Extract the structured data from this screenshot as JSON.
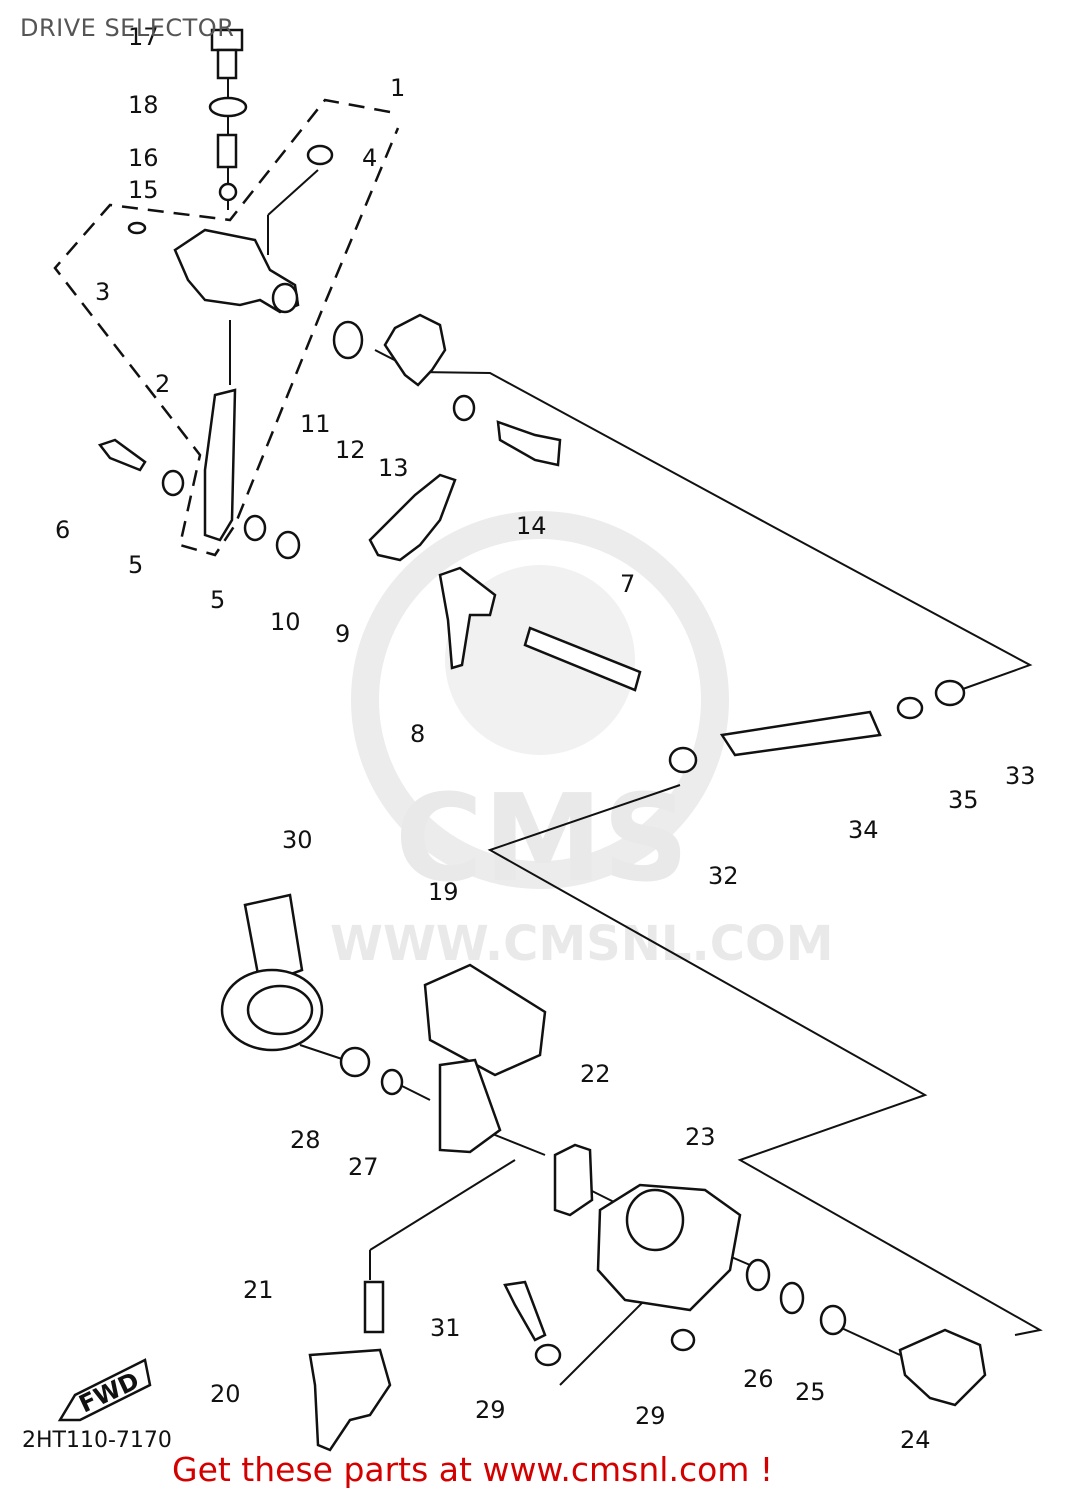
{
  "title": "DRIVE SELECTOR",
  "diagram_code": "2HT110-7170",
  "footer_text": "Get these parts at www.cmsnl.com !",
  "fwd_label": "FWD",
  "watermark": {
    "brand": "CMS",
    "url": "WWW.CMSNL.COM"
  },
  "colors": {
    "footer": "#d40000",
    "lines": "#111111",
    "watermark": "#e9e9e9"
  },
  "callouts": [
    "1",
    "2",
    "3",
    "4",
    "5",
    "5",
    "6",
    "7",
    "8",
    "9",
    "10",
    "11",
    "12",
    "13",
    "14",
    "15",
    "16",
    "17",
    "18",
    "19",
    "20",
    "21",
    "22",
    "23",
    "24",
    "25",
    "26",
    "27",
    "28",
    "29",
    "29",
    "30",
    "31",
    "32",
    "33",
    "34",
    "35"
  ]
}
